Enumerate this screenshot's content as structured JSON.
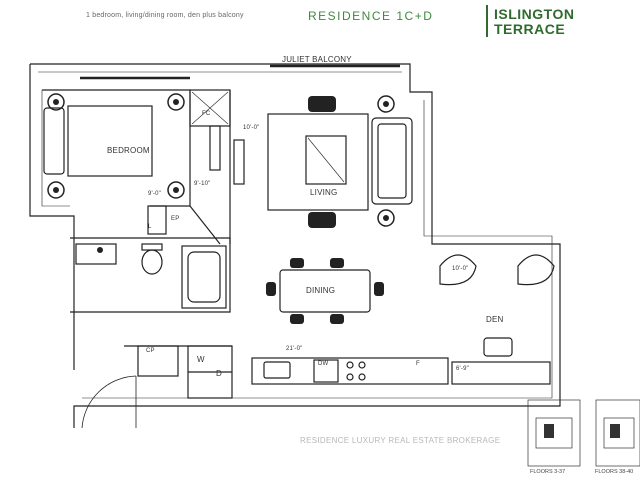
{
  "header": {
    "description": "1 bedroom, living/dining room, den plus balcony",
    "residence": "RESIDENCE 1C+D",
    "logo_line1": "ISLINGTON",
    "logo_line2": "TERRACE"
  },
  "rooms": {
    "juliet_balcony": "JULIET BALCONY",
    "bedroom": "BEDROOM",
    "living": "LIVING",
    "dining": "DINING",
    "den": "DEN"
  },
  "fixtures": {
    "fc": "FC",
    "ep": "EP",
    "l": "L",
    "cp": "CP",
    "washer": "W",
    "dryer": "D",
    "dishwasher": "DW",
    "fridge": "F"
  },
  "dimensions": {
    "bedroom_width": "10'-0\"",
    "bedroom_depth_a": "9'-0\"",
    "bedroom_depth_b": "9'-10\"",
    "living_width": "10'-0\"",
    "kitchen_length": "21'-0\"",
    "den_depth": "6'-9\""
  },
  "keyplan": {
    "floors_a": "FLOORS 3-37",
    "floors_b": "FLOORS 38-40"
  },
  "watermark": "RESIDENCE LUXURY REAL ESTATE BROKERAGE"
}
